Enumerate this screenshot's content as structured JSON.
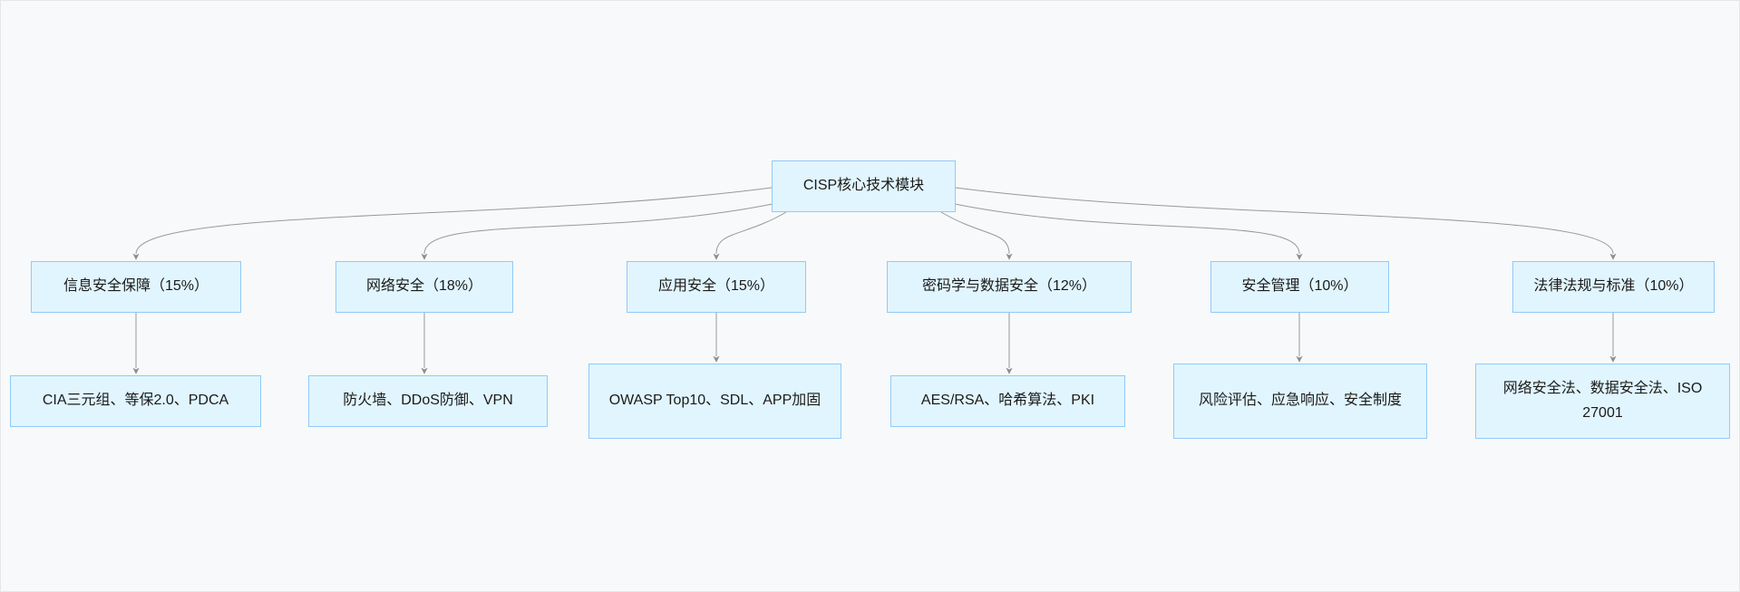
{
  "diagram": {
    "title": "CISP核心技术模块",
    "root": {
      "label": "CISP核心技术模块"
    },
    "branches": [
      {
        "label": "信息安全保障（15%）",
        "detail": "CIA三元组、等保2.0、PDCA"
      },
      {
        "label": "网络安全（18%）",
        "detail": "防火墙、DDoS防御、VPN"
      },
      {
        "label": "应用安全（15%）",
        "detail": "OWASP Top10、SDL、APP加固"
      },
      {
        "label": "密码学与数据安全（12%）",
        "detail": "AES/RSA、哈希算法、PKI"
      },
      {
        "label": "安全管理（10%）",
        "detail": "风险评估、应急响应、安全制度"
      },
      {
        "label": "法律法规与标准（10%）",
        "detail": "网络安全法、数据安全法、ISO 27001"
      }
    ],
    "colors": {
      "node_fill": "#e1f5fe",
      "node_border": "#90caf9",
      "connector": "#999999",
      "arrowhead": "#8c8c8c",
      "text": "#1a1a1a",
      "background": "#f8f9fa"
    }
  }
}
